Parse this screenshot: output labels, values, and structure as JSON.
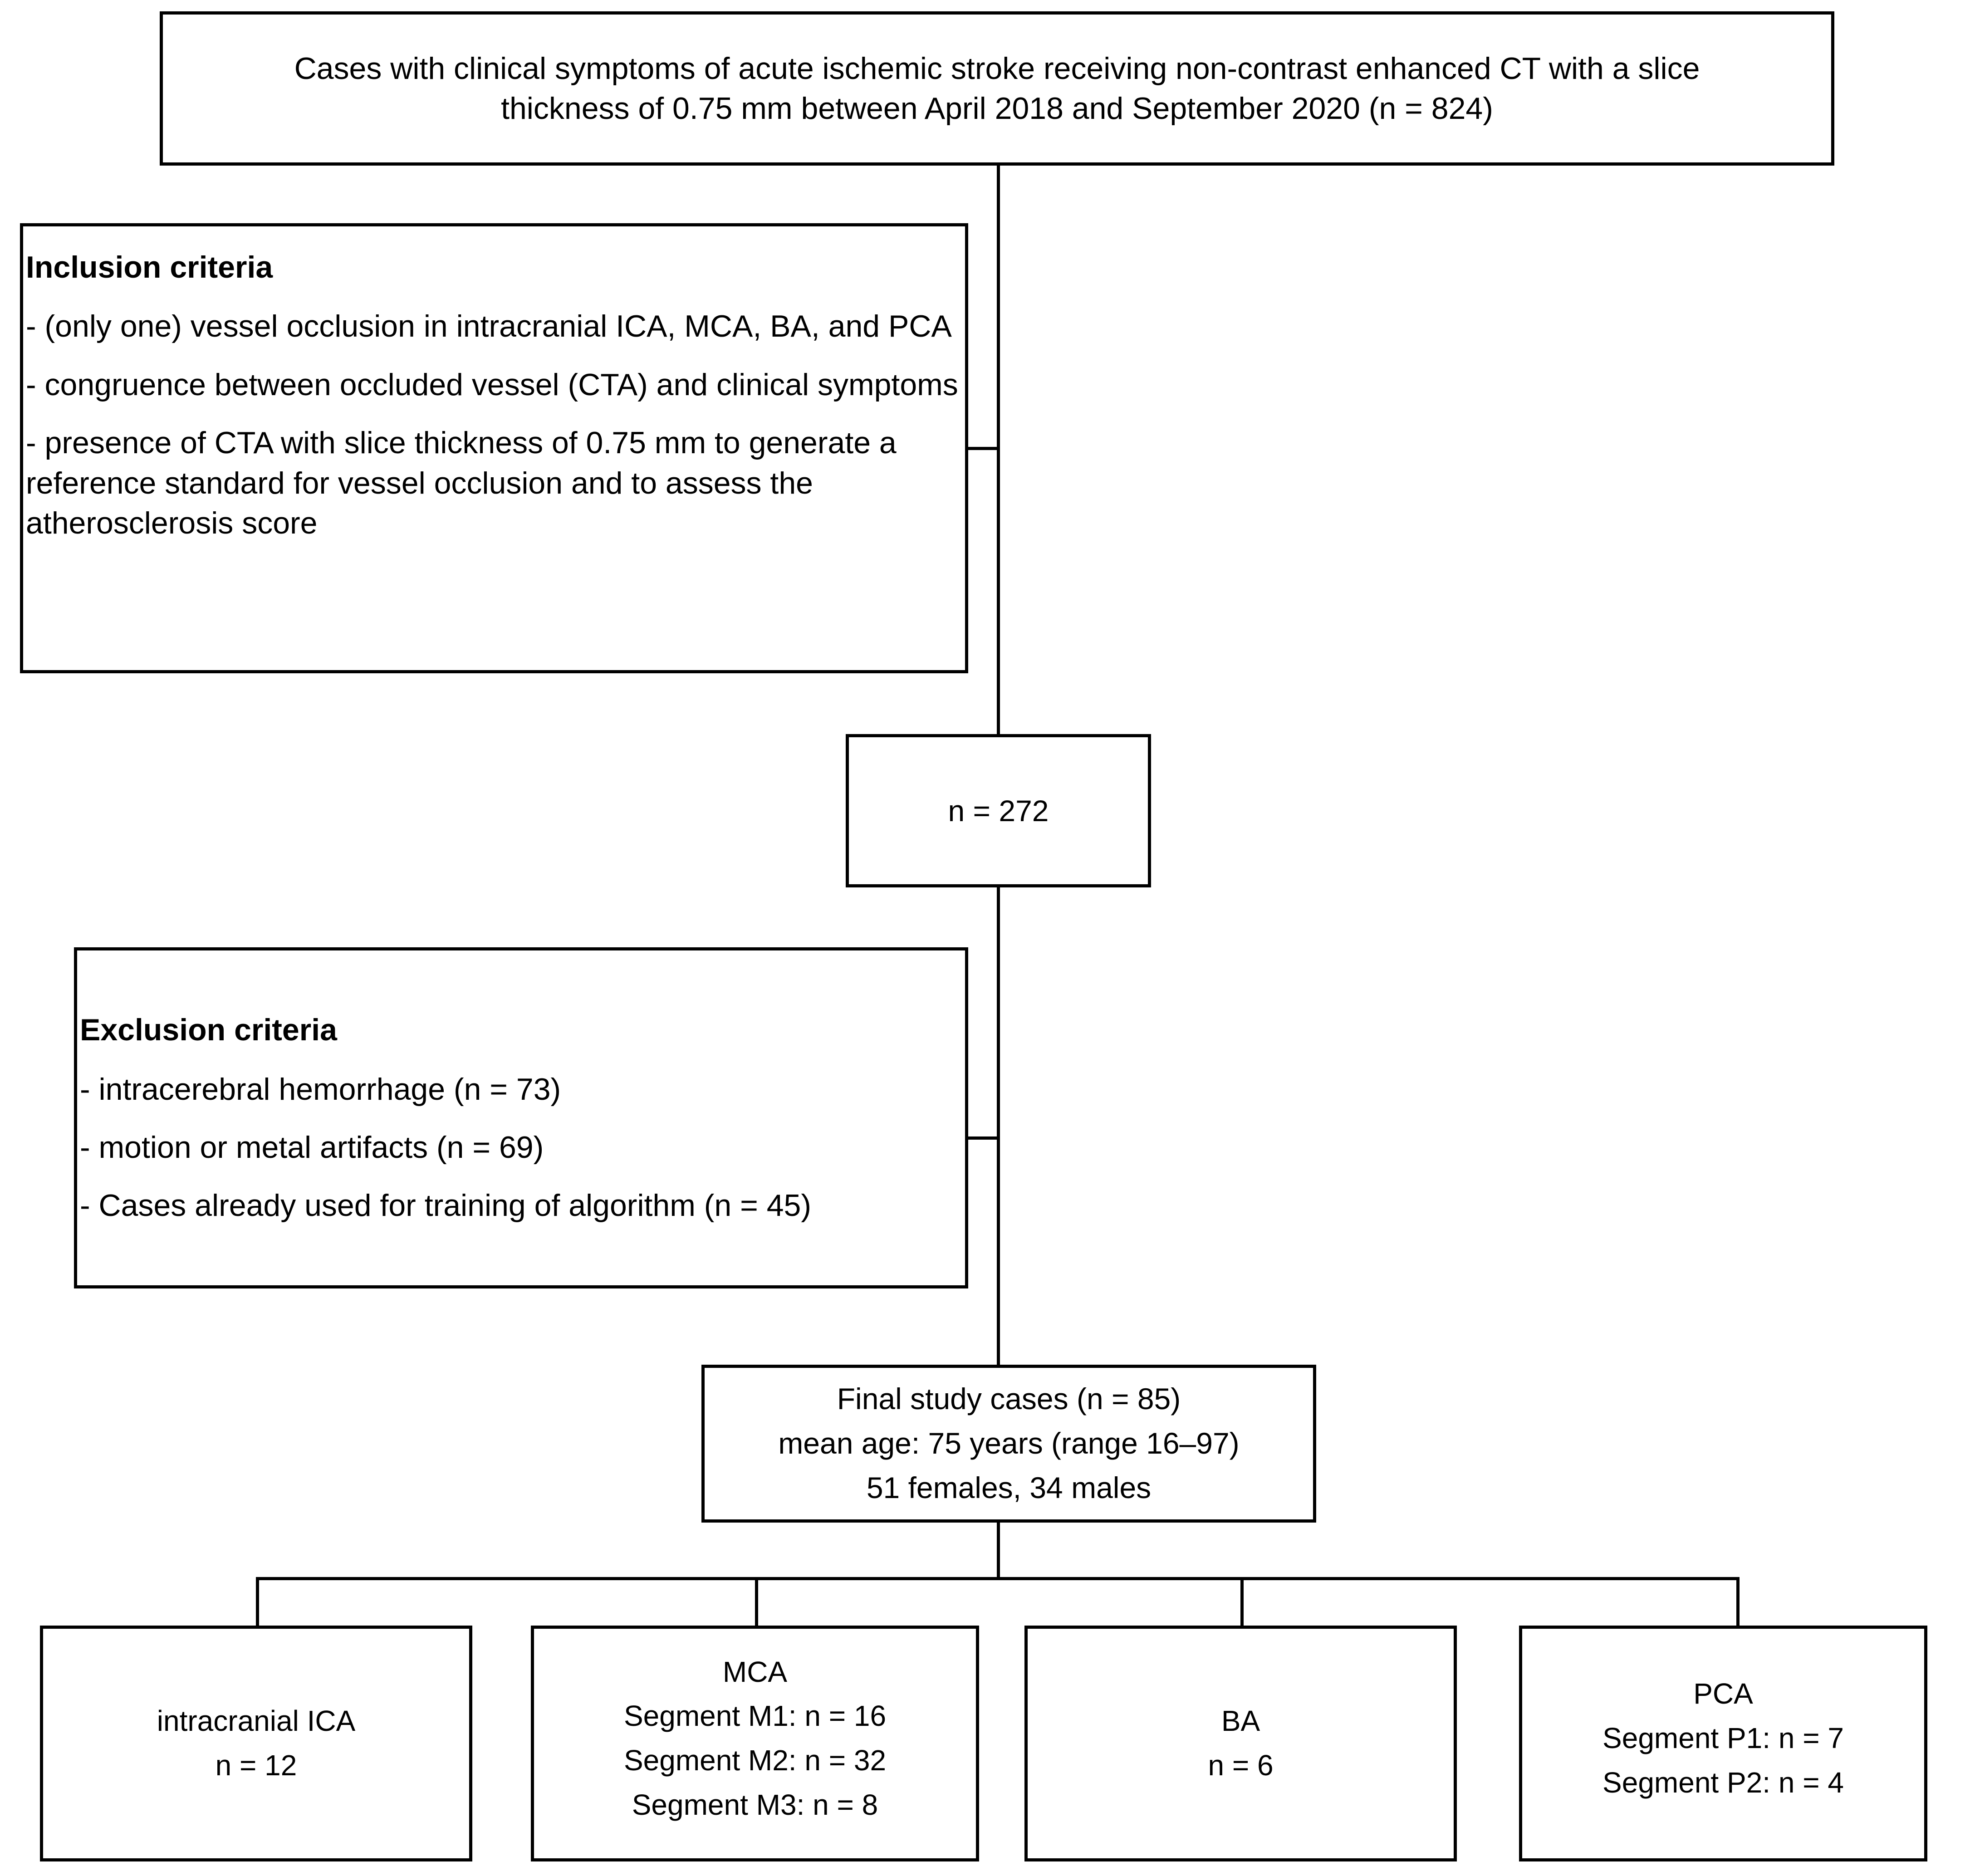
{
  "diagram": {
    "type": "flowchart",
    "title": "Study population selection flowchart"
  },
  "nodes": {
    "source_cohort": {
      "line1": "Cases with clinical symptoms of acute ischemic stroke receiving non-contrast enhanced CT with a slice",
      "line2": "thickness of 0.75 mm between April 2018 and September 2020 (n = 824)"
    },
    "inclusion_criteria": {
      "heading": "Inclusion criteria",
      "item1": "- (only one) vessel occlusion in intracranial ICA, MCA, BA, and PCA",
      "item2": "- congruence between occluded vessel (CTA) and clinical symptoms",
      "item3": "- presence of CTA with slice thickness of 0.75 mm to generate a reference standard for vessel occlusion and to assess the atherosclerosis score"
    },
    "intermediate_count": {
      "label": "n = 272"
    },
    "exclusion_criteria": {
      "heading": "Exclusion criteria",
      "item1": "- intracerebral hemorrhage (n = 73)",
      "item2": "- motion or metal artifacts (n = 69)",
      "item3": "- Cases already used for training of algorithm (n = 45)"
    },
    "final_cases": {
      "line1": "Final study cases (n = 85)",
      "line2": "mean age: 75 years (range 16–97)",
      "line3": "51 females, 34 males"
    },
    "leaf_ica": {
      "line1": "intracranial ICA",
      "line2": "n = 12"
    },
    "leaf_mca": {
      "line1": "MCA",
      "line2": "Segment M1: n = 16",
      "line3": "Segment M2: n = 32",
      "line4": "Segment M3: n = 8"
    },
    "leaf_ba": {
      "line1": "BA",
      "line2": "n = 6"
    },
    "leaf_pca": {
      "line1": "PCA",
      "line2": "Segment P1: n = 7",
      "line3": "Segment P2: n =  4"
    }
  },
  "colors": {
    "stroke": "#000000",
    "background": "#ffffff",
    "text": "#000000"
  }
}
